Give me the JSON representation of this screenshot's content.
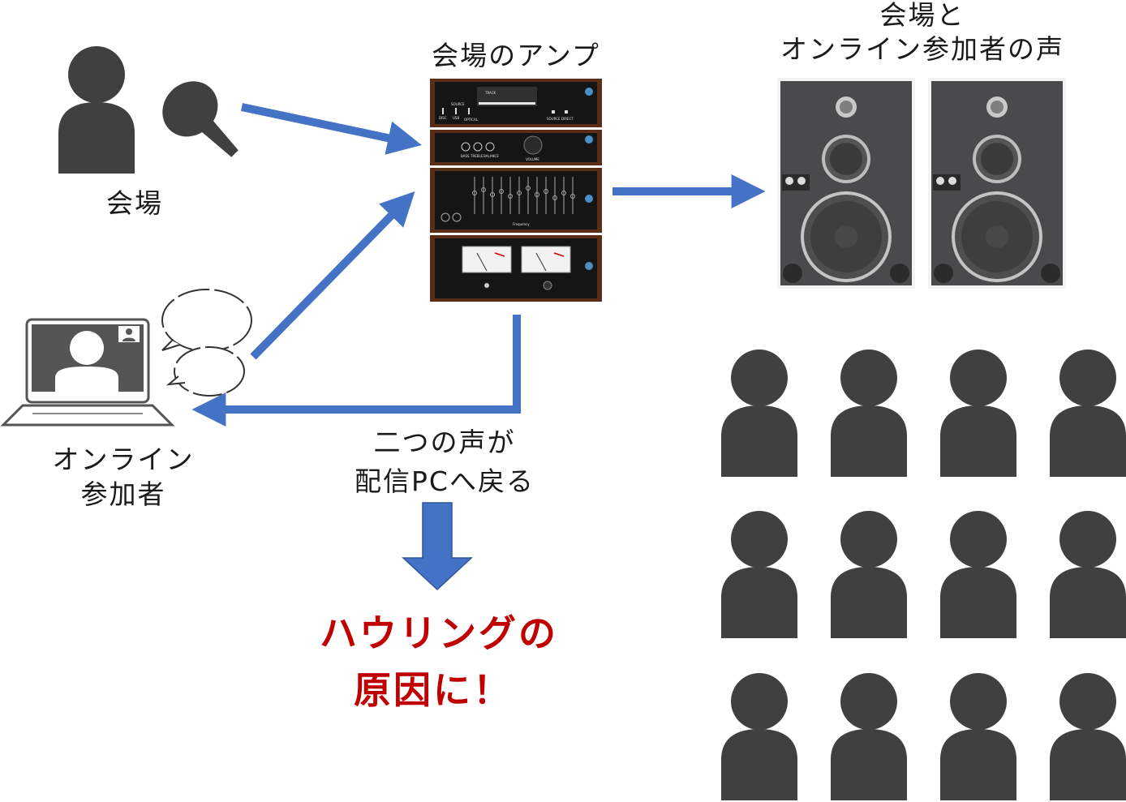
{
  "labels": {
    "venue": "会場",
    "amp": "会場のアンプ",
    "speaker_line1": "会場と",
    "speaker_line2": "オンライン参加者の声",
    "online_line1": "オンライン",
    "online_line2": "参加者",
    "return_line1": "二つの声が",
    "return_line2": "配信PCへ戻る",
    "warning_line1": "ハウリングの",
    "warning_line2": "原因に！"
  },
  "amp_panel": {
    "track": "TRACK",
    "source": "SOURCE",
    "disc": "DISC",
    "usb": "USB",
    "optical": "OPTICAL",
    "source_btn": "SOURCE",
    "direct_btn": "DIRECT",
    "bass": "BASS",
    "treble": "TREBLE",
    "balance": "BALANCE",
    "volume": "VOLUME",
    "frequency": "Frequency"
  },
  "colors": {
    "arrow": "#4472c4",
    "person": "#404040",
    "warning": "#c00000",
    "amp_wood": "#5a2e16",
    "speaker_body": "#4a4a4d"
  },
  "audience": {
    "rows": 3,
    "cols": 4,
    "count": 12
  }
}
